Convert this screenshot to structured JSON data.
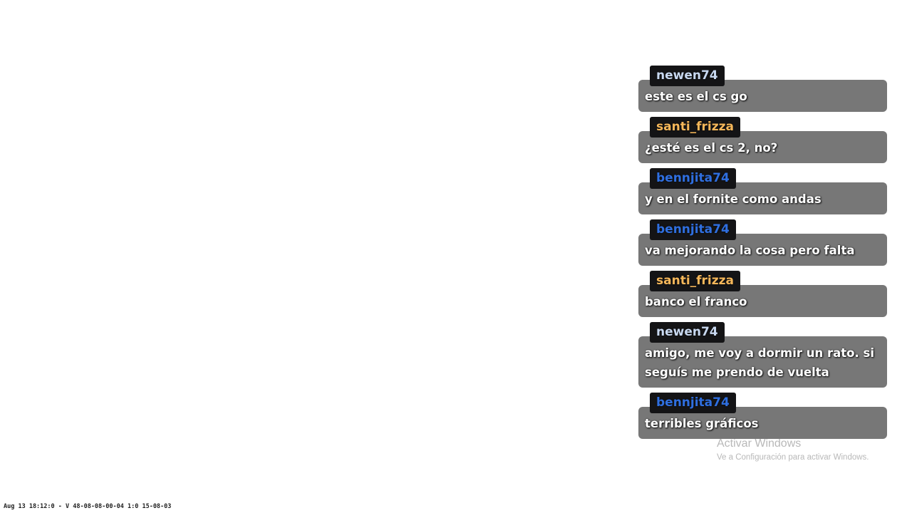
{
  "chat": {
    "messages": [
      {
        "user": "newen74",
        "color": "#c8d8f0",
        "text": "este es el cs go"
      },
      {
        "user": "santi_frizza",
        "color": "#f5b75a",
        "text": "¿esté es el cs 2, no?"
      },
      {
        "user": "bennjita74",
        "color": "#2f6fe0",
        "text": "y en el fornite como andas"
      },
      {
        "user": "bennjita74",
        "color": "#2f6fe0",
        "text": "va mejorando la cosa pero falta"
      },
      {
        "user": "santi_frizza",
        "color": "#f5b75a",
        "text": "banco el franco"
      },
      {
        "user": "newen74",
        "color": "#c8d8f0",
        "text": "amigo, me voy a dormir un rato. si seguís me prendo de vuelta"
      },
      {
        "user": "bennjita74",
        "color": "#2f6fe0",
        "text": "terribles gráficos"
      }
    ]
  },
  "watermark": {
    "title": "Activar Windows",
    "subtitle": "Ve a Configuración para activar Windows."
  },
  "ticker": {
    "text": "Aug 13 18:12:0 - V 48-08-08-00-04 1:0 15-08-03"
  }
}
